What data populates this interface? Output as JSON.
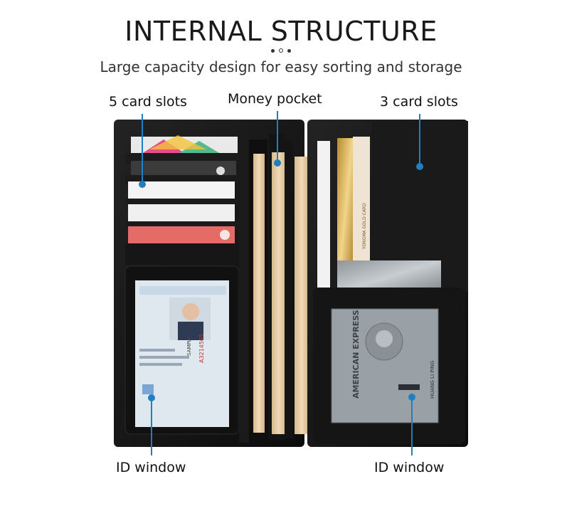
{
  "header": {
    "title": "INTERNAL STRUCTURE",
    "subtitle": "Large capacity design for easy sorting and storage"
  },
  "callouts": {
    "card_slots_5": "5 card slots",
    "money_pocket": "Money pocket",
    "card_slots_3": "3 card slots",
    "id_window_left": "ID window",
    "id_window_right": "ID window"
  },
  "cards": {
    "id_number": "A3214565",
    "amex_brand": "AMERICAN EXPRESS",
    "amex_name": "HUANG LI PING",
    "sample_text": "SAMPLE",
    "gold_card": "YONGMA GOLD CARD"
  },
  "colors": {
    "accent": "#1f7fc1",
    "leather": "#161616",
    "bill": "#e6c9a0"
  }
}
